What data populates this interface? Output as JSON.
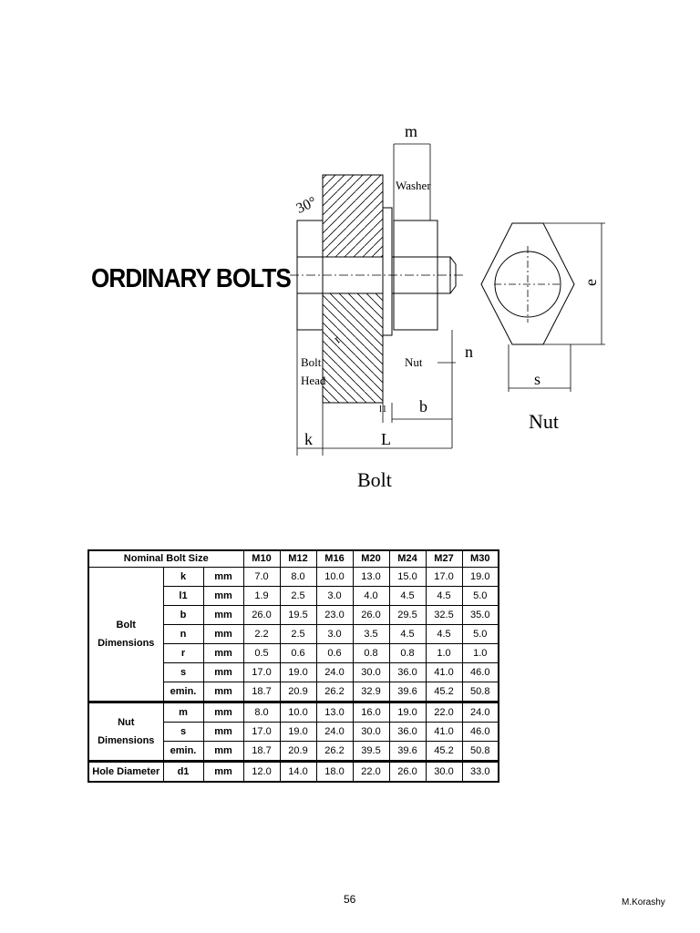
{
  "title": "ORDINARY BOLTS",
  "figure": {
    "labels": {
      "m": "m",
      "washer": "Washer",
      "angle": "30°",
      "e": "e",
      "r": "r",
      "bolt_head": "Bolt\nHead",
      "nut_inner": "Nut",
      "n": "n",
      "s": "s",
      "l1": "l1",
      "b": "b",
      "nut_caption": "Nut",
      "k": "k",
      "L": "L",
      "bolt_caption": "Bolt"
    }
  },
  "table": {
    "header": {
      "label": "Nominal Bolt Size",
      "sizes": [
        "M10",
        "M12",
        "M16",
        "M20",
        "M24",
        "M27",
        "M30"
      ]
    },
    "groups": [
      {
        "name": "Bolt\nDimensions",
        "rows": [
          {
            "symbol": "k",
            "unit": "mm",
            "values": [
              "7.0",
              "8.0",
              "10.0",
              "13.0",
              "15.0",
              "17.0",
              "19.0"
            ]
          },
          {
            "symbol": "l1",
            "unit": "mm",
            "values": [
              "1.9",
              "2.5",
              "3.0",
              "4.0",
              "4.5",
              "4.5",
              "5.0"
            ]
          },
          {
            "symbol": "b",
            "unit": "mm",
            "values": [
              "26.0",
              "19.5",
              "23.0",
              "26.0",
              "29.5",
              "32.5",
              "35.0"
            ]
          },
          {
            "symbol": "n",
            "unit": "mm",
            "values": [
              "2.2",
              "2.5",
              "3.0",
              "3.5",
              "4.5",
              "4.5",
              "5.0"
            ]
          },
          {
            "symbol": "r",
            "unit": "mm",
            "values": [
              "0.5",
              "0.6",
              "0.6",
              "0.8",
              "0.8",
              "1.0",
              "1.0"
            ]
          },
          {
            "symbol": "s",
            "unit": "mm",
            "values": [
              "17.0",
              "19.0",
              "24.0",
              "30.0",
              "36.0",
              "41.0",
              "46.0"
            ]
          },
          {
            "symbol": "emin.",
            "unit": "mm",
            "values": [
              "18.7",
              "20.9",
              "26.2",
              "32.9",
              "39.6",
              "45.2",
              "50.8"
            ]
          }
        ]
      },
      {
        "name": "Nut\nDimensions",
        "rows": [
          {
            "symbol": "m",
            "unit": "mm",
            "values": [
              "8.0",
              "10.0",
              "13.0",
              "16.0",
              "19.0",
              "22.0",
              "24.0"
            ]
          },
          {
            "symbol": "s",
            "unit": "mm",
            "values": [
              "17.0",
              "19.0",
              "24.0",
              "30.0",
              "36.0",
              "41.0",
              "46.0"
            ]
          },
          {
            "symbol": "emin.",
            "unit": "mm",
            "values": [
              "18.7",
              "20.9",
              "26.2",
              "39.5",
              "39.6",
              "45.2",
              "50.8"
            ]
          }
        ]
      },
      {
        "name": "Hole Diameter",
        "rows": [
          {
            "symbol": "d1",
            "unit": "mm",
            "values": [
              "12.0",
              "14.0",
              "18.0",
              "22.0",
              "26.0",
              "30.0",
              "33.0"
            ]
          }
        ]
      }
    ]
  },
  "footer": {
    "page_number": "56",
    "author": "M.Korashy"
  }
}
